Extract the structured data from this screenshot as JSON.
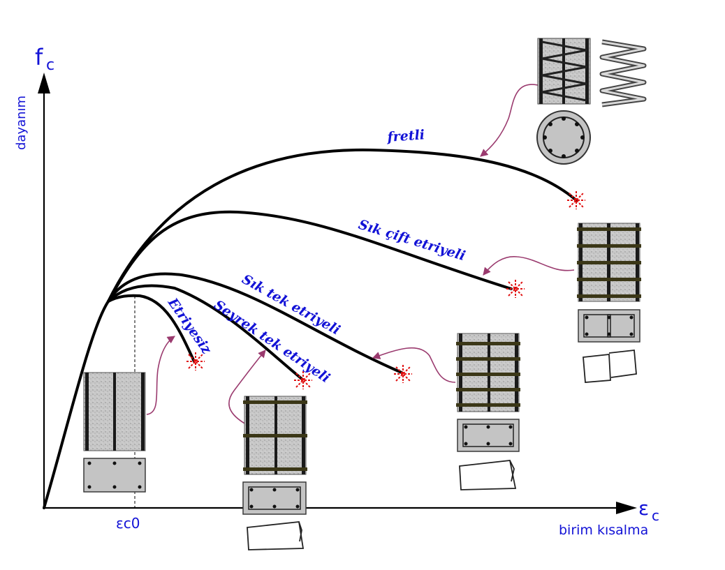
{
  "axes": {
    "y_symbol": "f",
    "y_symbol_sub": "c",
    "y_label": "dayanım",
    "x_symbol": "ε",
    "x_symbol_sub": "c",
    "x_label": "birim kısalma",
    "peak_strain_label": "εc0"
  },
  "curves": [
    {
      "id": "fretli",
      "label": "fretli"
    },
    {
      "id": "sik-cift",
      "label": "Sık çift etriyeli"
    },
    {
      "id": "sik-tek",
      "label": "Sık tek etriyeli"
    },
    {
      "id": "seyrek-tek",
      "label": "Seyrek  tek etriyeli"
    },
    {
      "id": "etriyesiz",
      "label": "Etriyesiz"
    }
  ],
  "colors": {
    "label_blue": "#1212d6",
    "curve_black": "#000000",
    "arrow_purple": "#9a3a6e",
    "failure_red": "#e01010",
    "concrete_gray": "#c6c6c6",
    "hoop_olive": "#3b3717"
  },
  "icons": [
    "failure-mark-icon",
    "column-elevation-icon",
    "column-section-icon",
    "crushed-block-icon",
    "spiral-icon"
  ]
}
